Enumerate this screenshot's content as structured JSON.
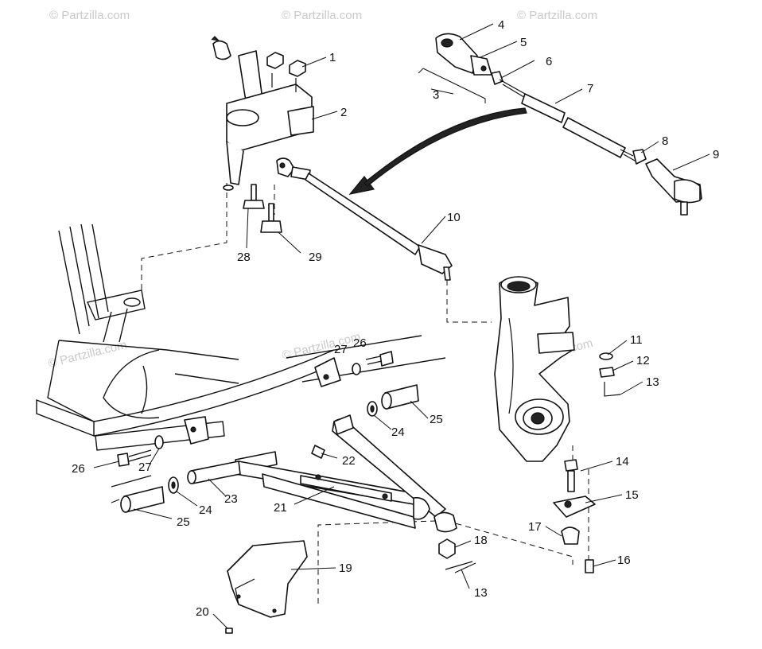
{
  "watermark": "© Partzilla.com",
  "callouts": [
    {
      "id": "1",
      "label": "1"
    },
    {
      "id": "2",
      "label": "2"
    },
    {
      "id": "3",
      "label": "3"
    },
    {
      "id": "4",
      "label": "4"
    },
    {
      "id": "5",
      "label": "5"
    },
    {
      "id": "6",
      "label": "6"
    },
    {
      "id": "7",
      "label": "7"
    },
    {
      "id": "8",
      "label": "8"
    },
    {
      "id": "9",
      "label": "9"
    },
    {
      "id": "10",
      "label": "10"
    },
    {
      "id": "11",
      "label": "11"
    },
    {
      "id": "12",
      "label": "12"
    },
    {
      "id": "13a",
      "label": "13"
    },
    {
      "id": "14",
      "label": "14"
    },
    {
      "id": "15",
      "label": "15"
    },
    {
      "id": "16",
      "label": "16"
    },
    {
      "id": "17",
      "label": "17"
    },
    {
      "id": "18",
      "label": "18"
    },
    {
      "id": "13b",
      "label": "13"
    },
    {
      "id": "19",
      "label": "19"
    },
    {
      "id": "20",
      "label": "20"
    },
    {
      "id": "21",
      "label": "21"
    },
    {
      "id": "22",
      "label": "22"
    },
    {
      "id": "23",
      "label": "23"
    },
    {
      "id": "24a",
      "label": "24"
    },
    {
      "id": "25a",
      "label": "25"
    },
    {
      "id": "24b",
      "label": "24"
    },
    {
      "id": "25b",
      "label": "25"
    },
    {
      "id": "26a",
      "label": "26"
    },
    {
      "id": "27a",
      "label": "27"
    },
    {
      "id": "26b",
      "label": "26"
    },
    {
      "id": "27b",
      "label": "27"
    },
    {
      "id": "28",
      "label": "28"
    },
    {
      "id": "29",
      "label": "29"
    }
  ]
}
